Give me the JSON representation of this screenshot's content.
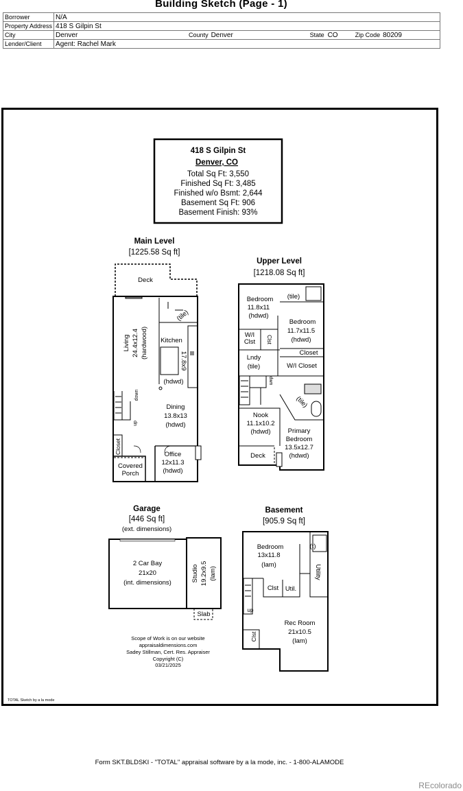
{
  "title": "Building Sketch (Page - 1)",
  "header": {
    "borrower_label": "Borrower",
    "borrower": "N/A",
    "address_label": "Property Address",
    "address": "418 S Gilpin St",
    "city_label": "City",
    "city": "Denver",
    "county_label": "County",
    "county": "Denver",
    "state_label": "State",
    "state": "CO",
    "zip_label": "Zip Code",
    "zip": "80209",
    "lender_label": "Lender/Client",
    "lender": "Agent: Rachel Mark"
  },
  "summary": {
    "street": "418 S Gilpin St",
    "city": "Denver, CO",
    "lines": [
      "Total Sq Ft: 3,550",
      "Finished Sq Ft: 3,485",
      "Finished w/o Bsmt: 2,644",
      "Basement Sq Ft: 906",
      "Basement Finish: 93%"
    ]
  },
  "levels": {
    "main": {
      "name": "Main Level",
      "area": "[1225.58 Sq ft]"
    },
    "upper": {
      "name": "Upper Level",
      "area": "[1218.08 Sq ft]"
    },
    "garage": {
      "name": "Garage",
      "area": "[446 Sq ft]",
      "note": "(ext. dimensions)"
    },
    "basement": {
      "name": "Basement",
      "area": "[905.9 Sq ft]"
    }
  },
  "rooms": {
    "deck_main": "Deck",
    "living": [
      "Living",
      "24.4x12.4",
      "(hardwood)"
    ],
    "tile_main": "(tile)",
    "kitchen": "Kitchen",
    "kitchen_dim": "17.8x9",
    "kitchen_floor": "(hdwd)",
    "down": "down",
    "up_main": "up",
    "dining": [
      "Dining",
      "13.8x13",
      "(hdwd)"
    ],
    "closet_main": "Closet",
    "office": [
      "Office",
      "12x11.3",
      "(hdwd)"
    ],
    "porch": [
      "Covered",
      "Porch"
    ],
    "bed_upper1": [
      "Bedroom",
      "11.8x11",
      "(hdwd)"
    ],
    "tile_upper": "(tile)",
    "bed_upper2": [
      "Bedroom",
      "11.7x11.5",
      "(hdwd)"
    ],
    "wi_clst": [
      "W/I",
      "Clst"
    ],
    "clst_upper": "Clst",
    "closet_upper": "Closet",
    "lndy": [
      "Lndy",
      "(tile)"
    ],
    "wi_closet": "W/I Closet",
    "dwn": "dwn",
    "tile_bath": "(tile)",
    "nook": [
      "Nook",
      "11.1x10.2",
      "(hdwd)"
    ],
    "primary": [
      "Primary",
      "Bedroom",
      "13.5x12.7",
      "(hdwd)"
    ],
    "deck_upper": "Deck",
    "bay": [
      "2 Car Bay",
      "21x20",
      "(int. dimensions)"
    ],
    "studio": [
      "Studio",
      "19.2x9.5",
      "(lam)"
    ],
    "slab": "Slab",
    "bed_bsmt": [
      "Bedroom",
      "13x11.8",
      "(lam)"
    ],
    "t_bsmt": "(t)",
    "utility": "Utility",
    "clst_bsmt": "Clst",
    "util": "Util.",
    "up_bsmt": "up",
    "rec": [
      "Rec Room",
      "21x10.5",
      "(lam)"
    ],
    "clst_bsmt2": "Clst"
  },
  "credits": [
    "Scope of Work is on our website",
    "appraisaldimensions.com",
    "Sadey Stillman, Cert. Res. Appraiser",
    "Copyright (C)",
    "03/21/2025"
  ],
  "total_sketch": "TOTAL Sketch by a la mode",
  "footer": "Form SKT.BLDSKI - \"TOTAL\" appraisal software by a la mode, inc. - 1-800-ALAMODE",
  "watermark": "REcolorado"
}
